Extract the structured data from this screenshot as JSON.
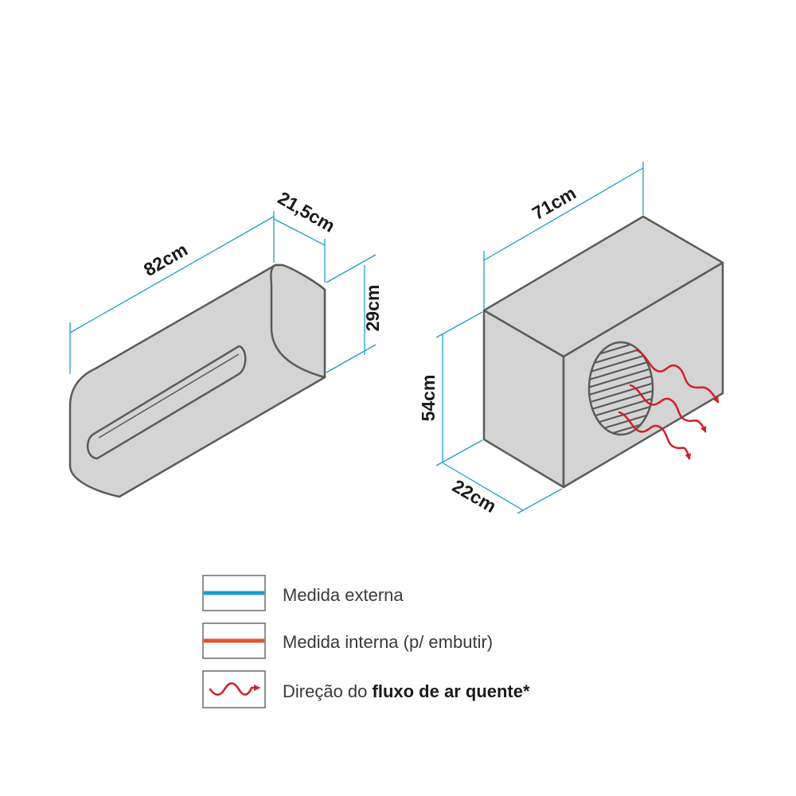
{
  "indoor_unit": {
    "width_label": "82cm",
    "depth_label": "21,5cm",
    "height_label": "29cm"
  },
  "outdoor_unit": {
    "width_label": "71cm",
    "height_label": "54cm",
    "depth_label": "22cm"
  },
  "legend": {
    "external_label": "Medida externa",
    "internal_label": "Medida interna (p/ embutir)",
    "airflow_label_prefix": "Direção do ",
    "airflow_label_bold": "fluxo de ar quente*"
  },
  "colors": {
    "external": "#1f9ad6",
    "internal": "#e4522a",
    "airflow": "#d0202a",
    "outline": "#5b5b5b",
    "fill": "#d4d4d4"
  },
  "icons": {
    "airflow": "wavy-arrow-icon"
  }
}
